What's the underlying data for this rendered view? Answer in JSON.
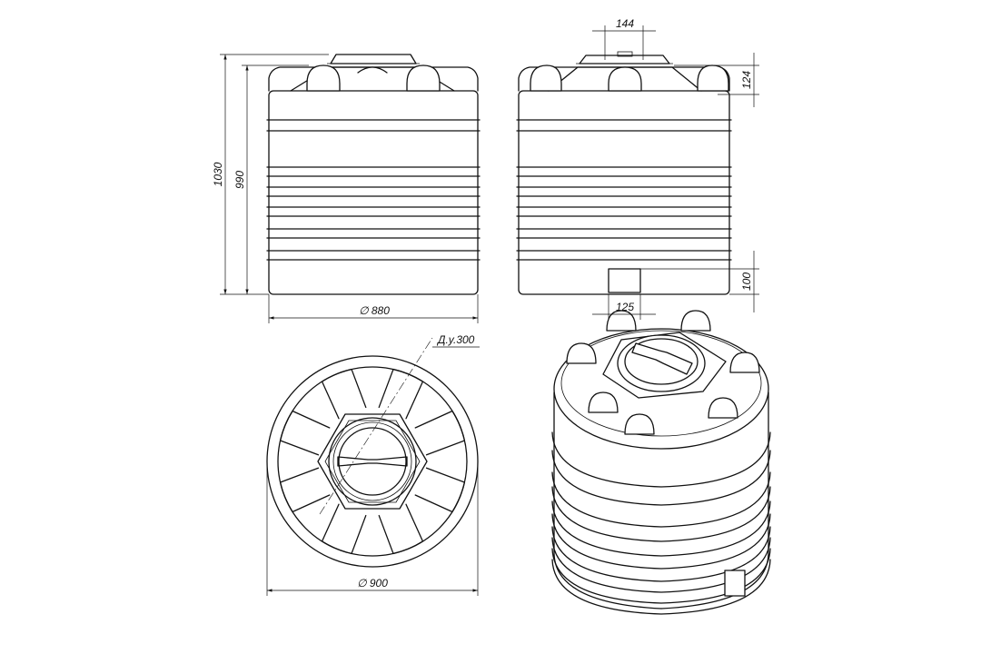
{
  "dimensions": {
    "overall_height": "1030",
    "body_height": "990",
    "side_diameter": "∅ 880",
    "lid_width": "144",
    "lid_height": "124",
    "outlet_height": "100",
    "outlet_width": "125",
    "top_diameter": "∅ 900",
    "hatch_size": "Д.у.300"
  },
  "colors": {
    "line": "#111111",
    "background": "#ffffff"
  }
}
